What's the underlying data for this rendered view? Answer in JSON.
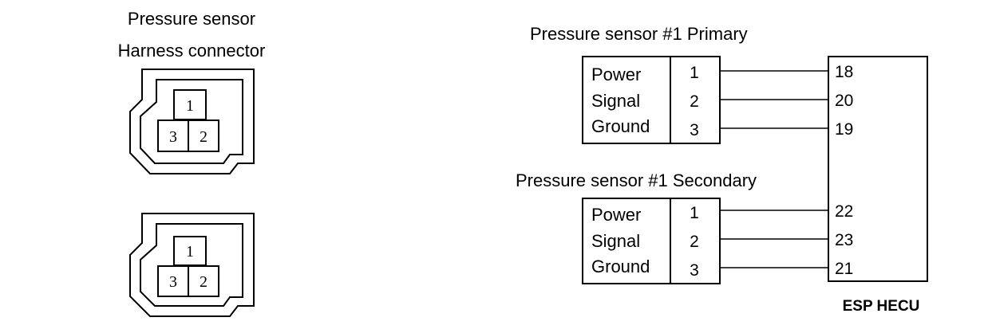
{
  "connector_title": {
    "line1": "Pressure sensor",
    "line2": "Harness connector"
  },
  "connectors": [
    {
      "pins": {
        "top": "1",
        "left": "3",
        "right": "2"
      }
    },
    {
      "pins": {
        "top": "1",
        "left": "3",
        "right": "2"
      }
    }
  ],
  "primary": {
    "title": "Pressure sensor #1 Primary",
    "functions": [
      "Power",
      "Signal",
      "Ground"
    ],
    "pins": [
      "1",
      "2",
      "3"
    ],
    "ecu_pins": [
      "18",
      "20",
      "19"
    ]
  },
  "secondary": {
    "title": "Pressure sensor #1 Secondary",
    "functions": [
      "Power",
      "Signal",
      "Ground"
    ],
    "pins": [
      "1",
      "2",
      "3"
    ],
    "ecu_pins": [
      "22",
      "23",
      "21"
    ]
  },
  "ecu": {
    "label": "ESP HECU"
  }
}
